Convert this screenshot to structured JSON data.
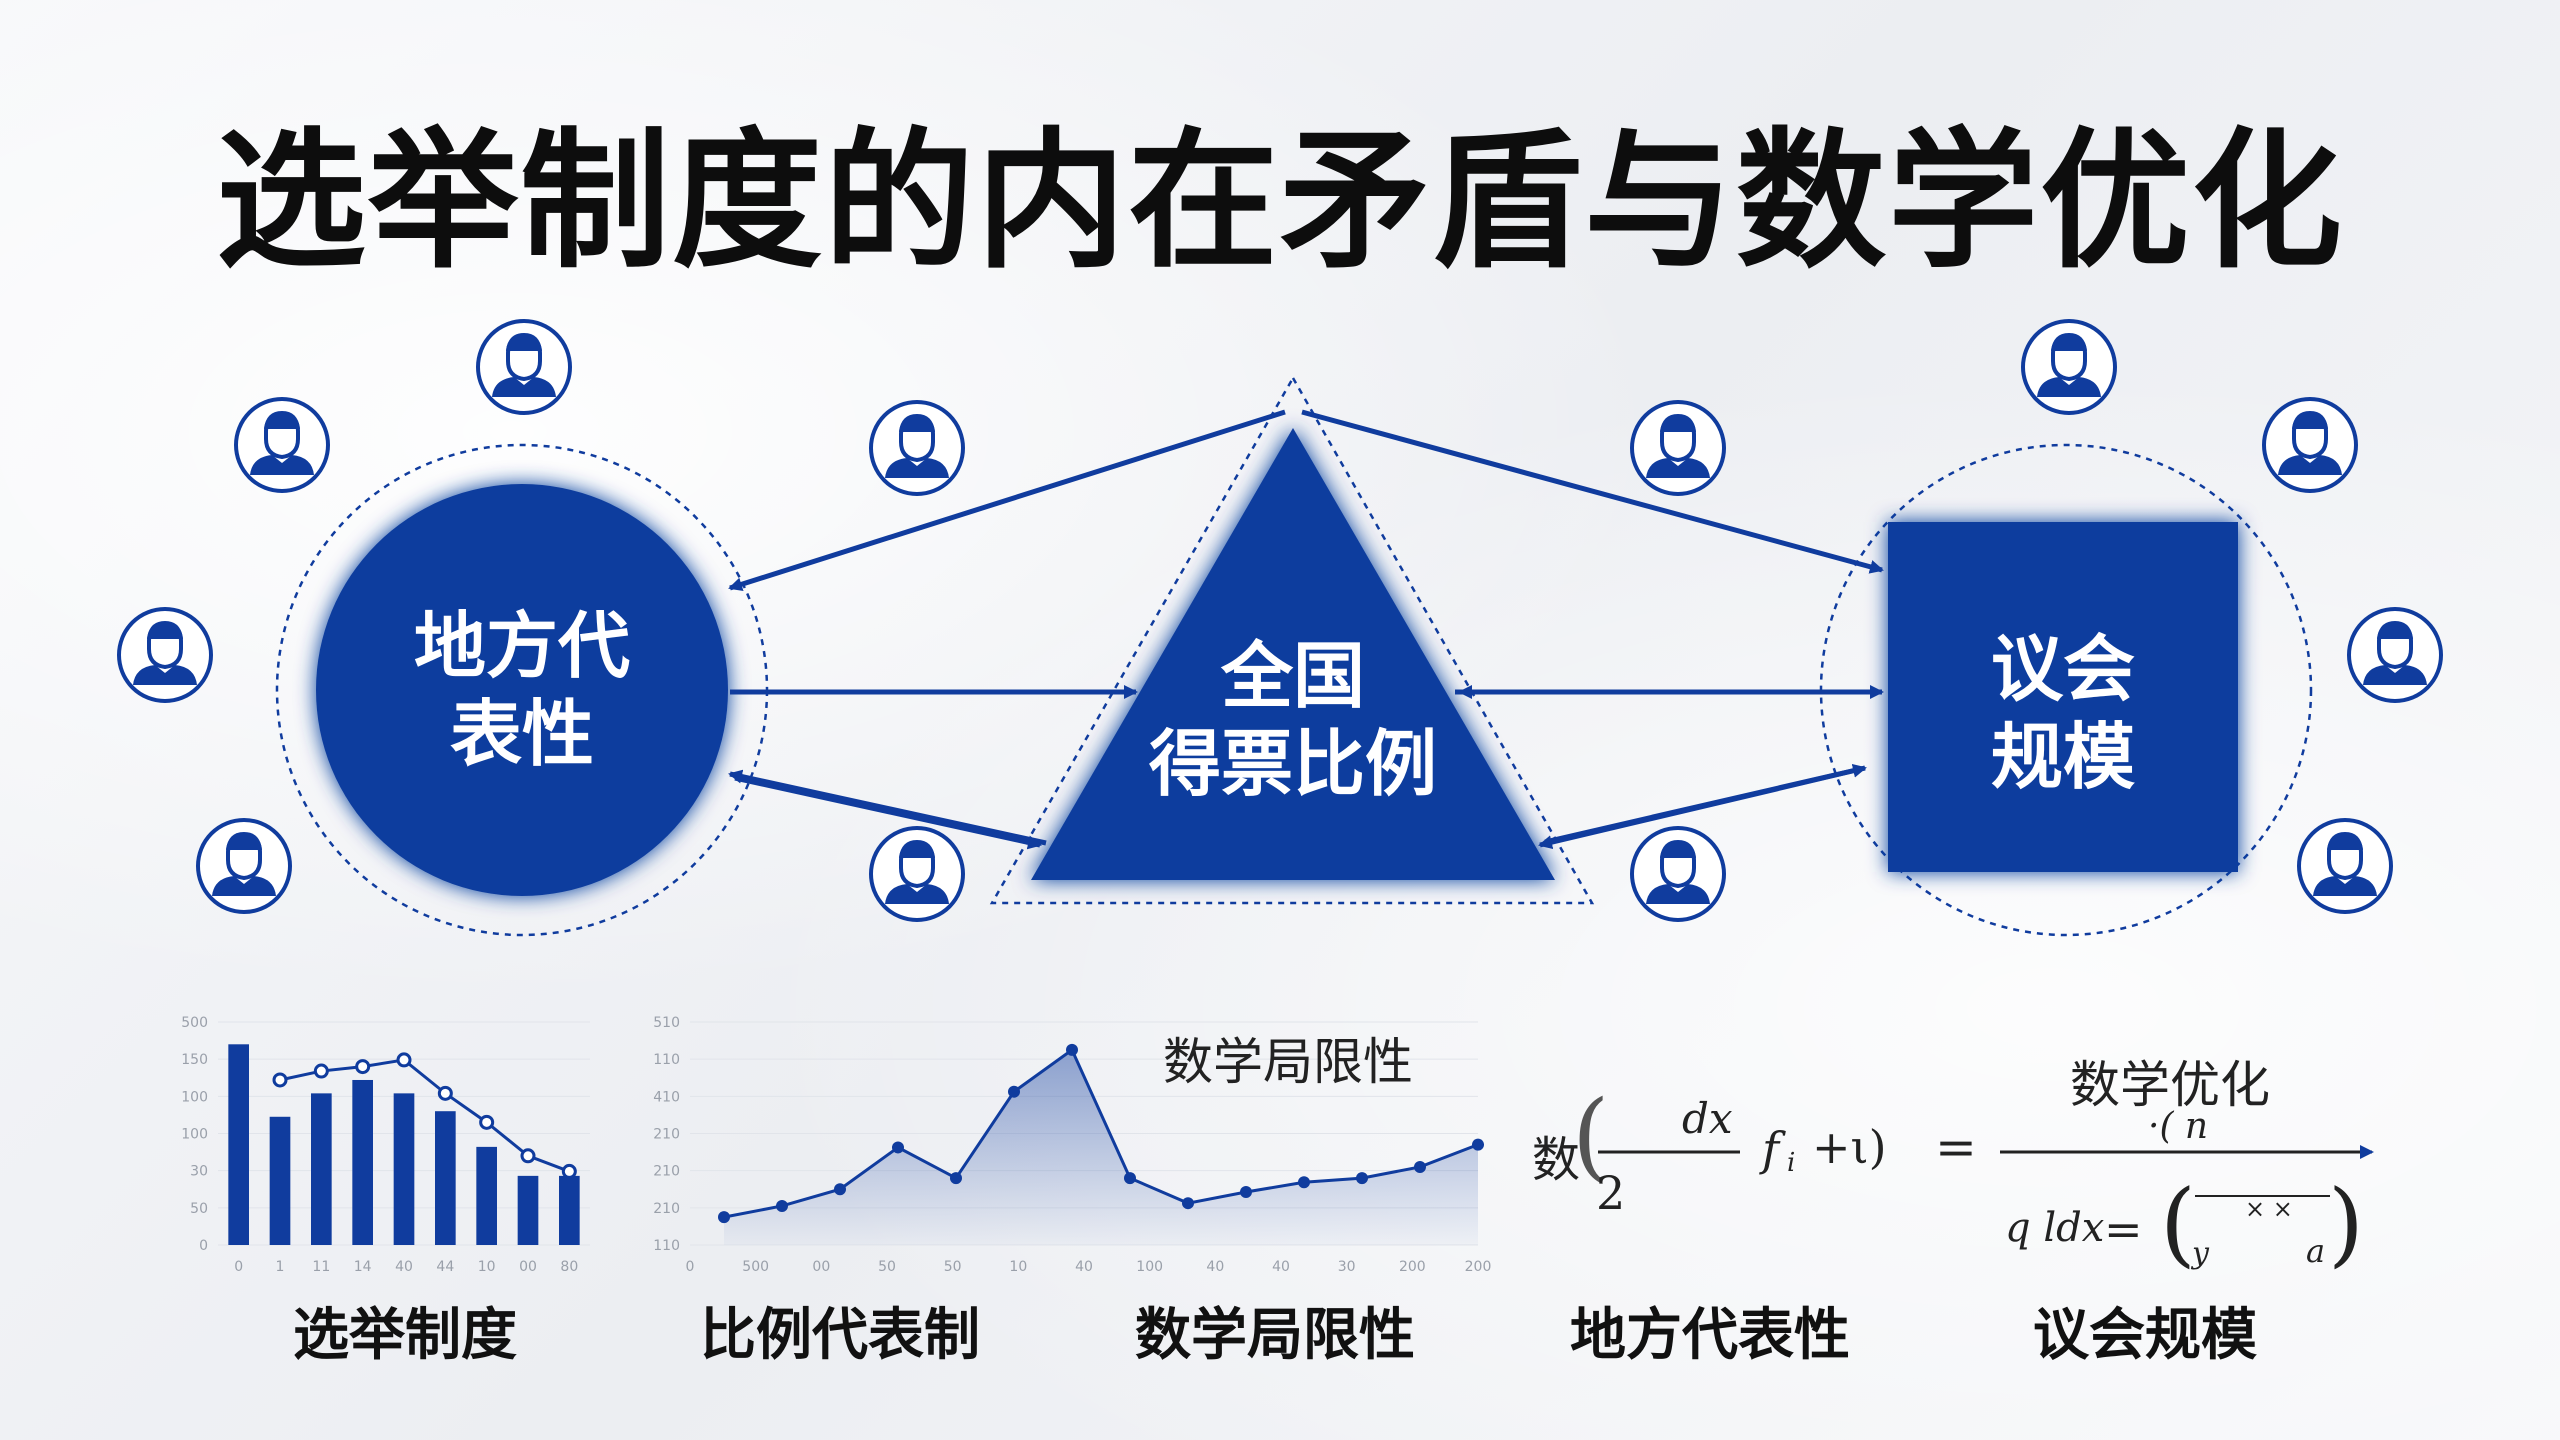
{
  "title": "选举制度的内在矛盾与数学优化",
  "nodes": {
    "local": {
      "line1": "地方代",
      "line2": "表性"
    },
    "national": {
      "line1": "全国",
      "line2": "得票比例"
    },
    "parliament": {
      "line1": "议会",
      "line2": "规模"
    }
  },
  "bottom_labels": [
    "选举制度",
    "比例代表制",
    "数学局限性",
    "地方代表性",
    "议会规模"
  ],
  "captions": {
    "line_chart": "数学局限性",
    "formula": "数学优化"
  },
  "formula": {
    "left_char": "数",
    "numerator": "dx",
    "denominator": "2",
    "term": "f",
    "sub": "i",
    "plus": "+ι)",
    "equals1": "=",
    "rhs_top": "·( n",
    "lhs2": "q ldx",
    "equals2": "=",
    "rhs_bottom_left": "y",
    "rhs_bottom_marks": "× ×",
    "rhs_bottom_right": "a"
  },
  "colors": {
    "primary": "#103c9e",
    "light": "#dfe6f5",
    "text": "#111111"
  },
  "chart_data": [
    {
      "type": "bar",
      "categories": [
        "0",
        "1",
        "11",
        "14",
        "40",
        "44",
        "10",
        "00",
        "80"
      ],
      "values": [
        180,
        115,
        136,
        148,
        136,
        120,
        88,
        62,
        62
      ],
      "overlay_line": [
        null,
        148,
        156,
        160,
        166,
        136,
        110,
        80,
        66
      ],
      "y_ticks": [
        "0",
        "50",
        "30",
        "100",
        "100",
        "150",
        "500"
      ],
      "ylim": [
        0,
        200
      ]
    },
    {
      "type": "area",
      "x": [
        "0",
        "500",
        "00",
        "50",
        "50",
        "10",
        "40",
        "100",
        "40",
        "40",
        "30",
        "200",
        "200"
      ],
      "values": [
        20,
        28,
        40,
        70,
        48,
        110,
        140,
        48,
        30,
        38,
        45,
        48,
        56,
        72
      ],
      "y_ticks": [
        "110",
        "210",
        "210",
        "210",
        "410",
        "110",
        "510"
      ],
      "ylim": [
        0,
        160
      ]
    }
  ]
}
